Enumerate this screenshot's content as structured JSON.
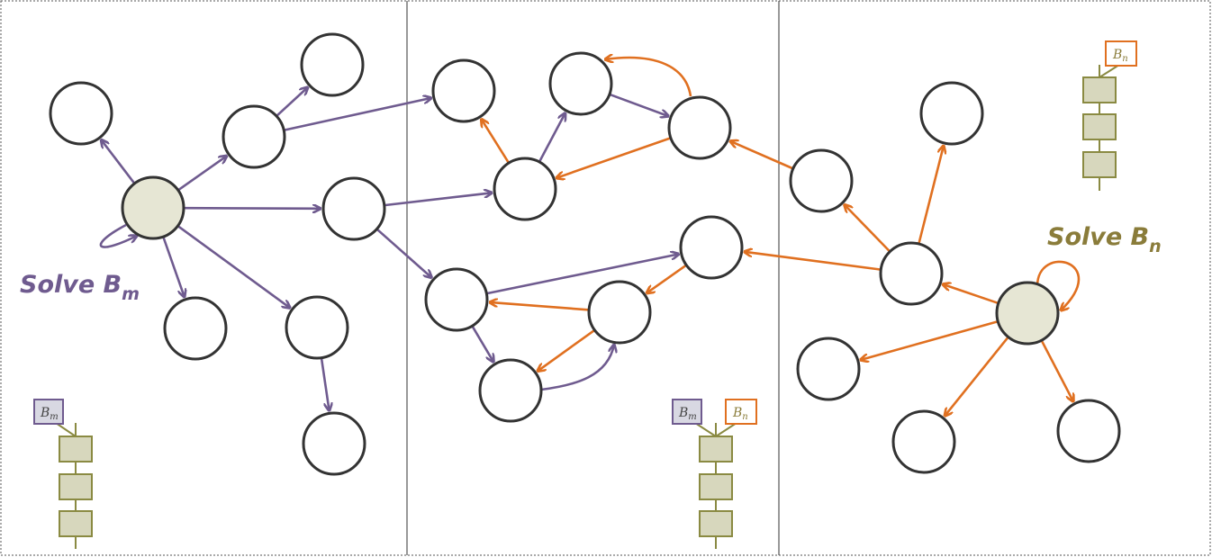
{
  "panels": [
    {
      "solve_label": {
        "base": "Solve B",
        "sub": "m"
      },
      "stack_tags": [
        {
          "base": "B",
          "sub": "m"
        }
      ]
    },
    {
      "stack_tags": [
        {
          "base": "B",
          "sub": "m"
        },
        {
          "base": "B",
          "sub": "n"
        }
      ]
    },
    {
      "solve_label": {
        "base": "Solve B",
        "sub": "n"
      },
      "stack_tags": [
        {
          "base": "B",
          "sub": "n"
        }
      ]
    }
  ],
  "colors": {
    "purple": "#6f5b8f",
    "orange": "#e07020",
    "olive": "#8a7c3a",
    "node_stroke": "#333333",
    "solver_fill": "#e6e6d4",
    "stack_fill": "#d7d7bd",
    "tag_m_fill": "#d8d8e2"
  }
}
